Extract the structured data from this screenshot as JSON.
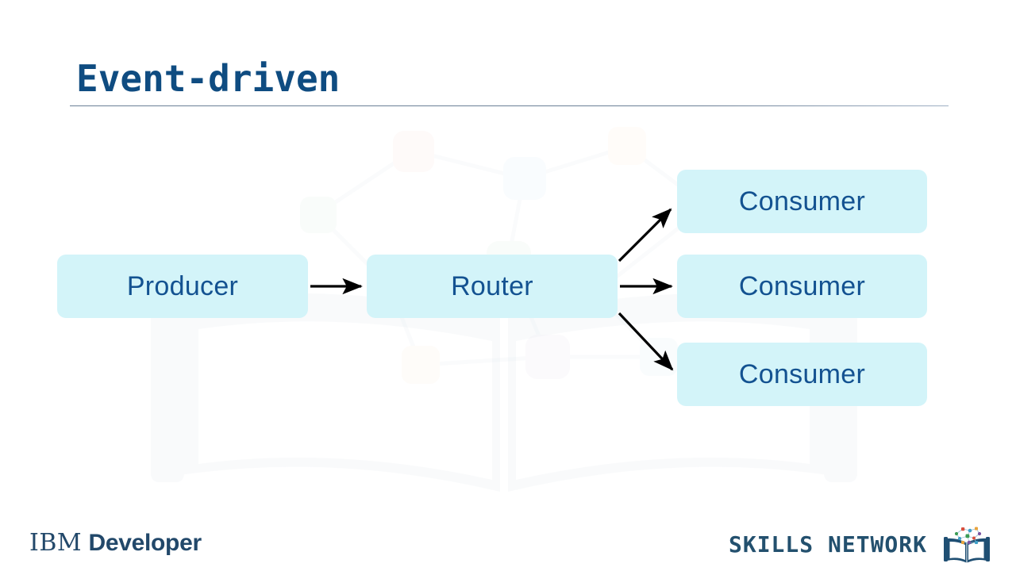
{
  "slide": {
    "title": "Event-driven",
    "background_color": "#ffffff",
    "accent_color": "#0f4c81",
    "node_fill_color": "#d3f4f9",
    "node_text_color": "#135291",
    "arrow_color": "#000000",
    "rule_color": "#6b7f96"
  },
  "diagram": {
    "type": "flow",
    "nodes": [
      {
        "id": "producer",
        "label": "Producer"
      },
      {
        "id": "router",
        "label": "Router"
      },
      {
        "id": "consumer-1",
        "label": "Consumer"
      },
      {
        "id": "consumer-2",
        "label": "Consumer"
      },
      {
        "id": "consumer-3",
        "label": "Consumer"
      }
    ],
    "edges": [
      {
        "from": "producer",
        "to": "router",
        "style": "straight-arrow"
      },
      {
        "from": "router",
        "to": "consumer-1",
        "style": "diagonal-up-arrow"
      },
      {
        "from": "router",
        "to": "consumer-2",
        "style": "straight-arrow"
      },
      {
        "from": "router",
        "to": "consumer-3",
        "style": "diagonal-down-arrow"
      }
    ]
  },
  "footer": {
    "ibm_mark": "IBM",
    "ibm_product": "Developer",
    "skills_network": "SKILLS NETWORK",
    "skills_network_logo_icon": "open-book-network-icon",
    "logo_color": "#22486a"
  },
  "watermark": {
    "icon": "open-book-network-watermark"
  }
}
